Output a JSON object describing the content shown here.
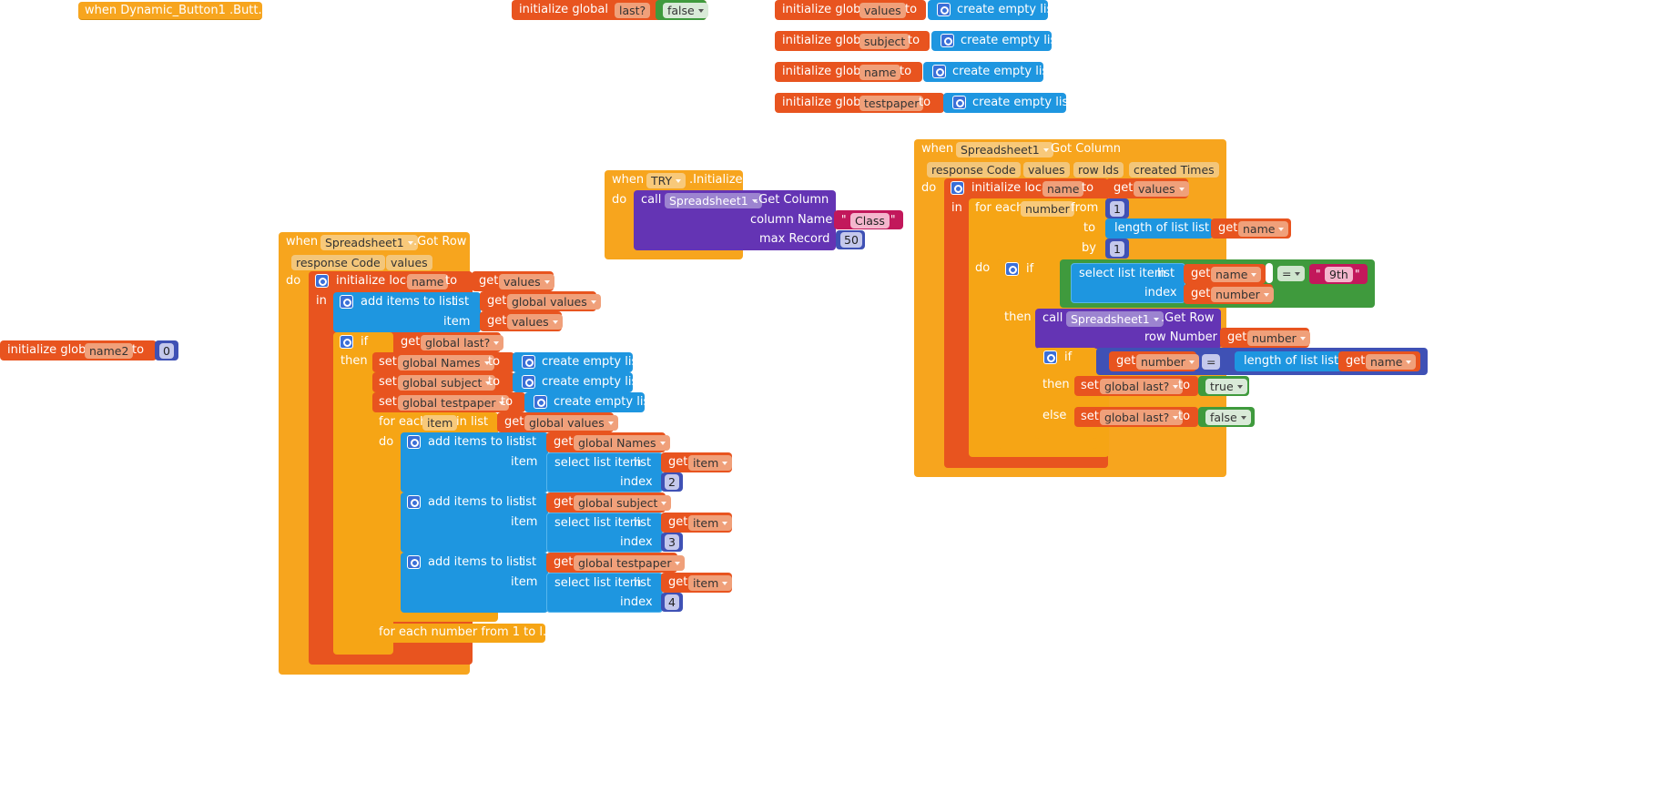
{
  "workspace": {
    "theme_colors": {
      "event": "#f9a825",
      "variable": "#e8541f",
      "list": "#1e96e0",
      "procedure": "#6434b4",
      "control": "#f6a515",
      "logic": "#3f9a3d",
      "math": "#3f51b5",
      "text": "#c2185b"
    },
    "kw": {
      "when": "when",
      "init_global": "initialize global",
      "init_local": "initialize local",
      "to": "to",
      "in": "in",
      "do": "do",
      "then": "then",
      "else": "else",
      "if": "if",
      "get": "get",
      "set": "set",
      "call": "call",
      "list": "list",
      "item": "item",
      "index": "index",
      "from": "from",
      "by": "by",
      "for_each": "for each",
      "in_list": "in list",
      "add_items": "add items to list",
      "select_item": "select list item",
      "length_of": "length of list",
      "create_empty": "create empty list",
      "column_name": "column Name",
      "max_record": "max Record",
      "row_number": "row Number",
      "eq": "=",
      "quote": "\""
    },
    "dynamic_button": {
      "text": "when  Dynamic_Button1 .Butt..."
    },
    "global_last": {
      "name": "last?",
      "value": "false"
    },
    "global_values": {
      "name": "values"
    },
    "global_subject": {
      "name": "subject"
    },
    "global_name": {
      "name": "name"
    },
    "global_testpaper": {
      "name": "testpaper"
    },
    "global_name2": {
      "name": "name2",
      "value": "0"
    },
    "try_init": {
      "component": "TRY",
      "event": ".Initialize",
      "method_component": "Spreadsheet1",
      "method": ".Get Column",
      "column_value": "Class",
      "max_value": "50"
    },
    "got_row": {
      "component": "Spreadsheet1",
      "event": ".Got Row",
      "params": [
        "response Code",
        "values"
      ],
      "local_name": "name",
      "local_get": "values",
      "add_list": "global values",
      "add_item": "values",
      "if_get": "global last?",
      "set1": "global Names",
      "set2": "global subject",
      "set3": "global testpaper",
      "each_var": "item",
      "each_list": "global values",
      "a1_list": "global Names",
      "a1_get": "item",
      "a1_index": "2",
      "a2_list": "global subject",
      "a2_get": "item",
      "a2_index": "3",
      "a3_list": "global testpaper",
      "a3_get": "item",
      "a3_index": "4",
      "collapsed": "for each number from 1 to l..."
    },
    "got_column": {
      "component": "Spreadsheet1",
      "event": "Got Column",
      "params": [
        "response Code",
        "values",
        "row Ids",
        "created Times"
      ],
      "local_name": "name",
      "local_get": "values",
      "each_var": "number",
      "from": "1",
      "length_get": "name",
      "by": "1",
      "sel_list": "name",
      "sel_index": "number",
      "eq_text": "9th",
      "call_component": "Spreadsheet1",
      "call_method": ".Get Row",
      "row_get": "number",
      "if2_get": "number",
      "len2_get": "name",
      "then_set": "global last?",
      "then_val": "true",
      "else_set": "global last?",
      "else_val": "false"
    }
  }
}
